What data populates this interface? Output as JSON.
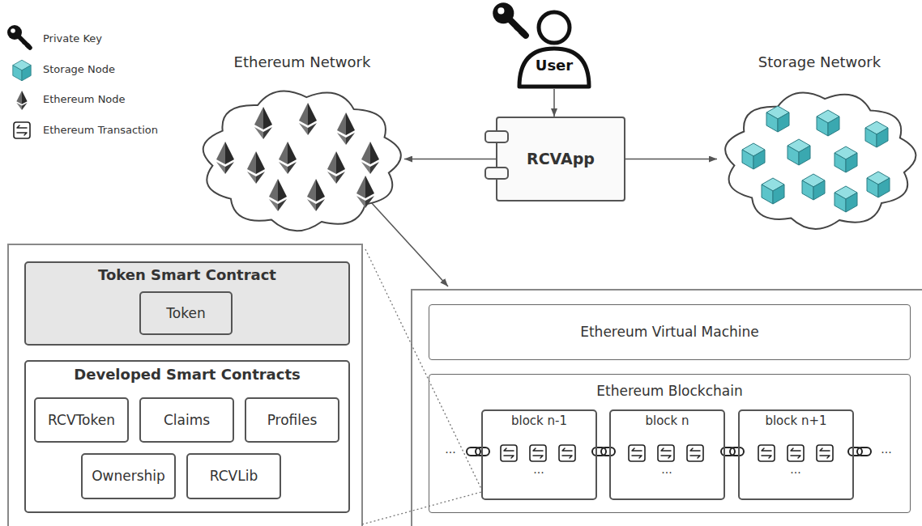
{
  "diagram": {
    "nodes": [
      {
        "text": [
          "Ethereum Network"
        ]
      },
      {
        "text": [
          "User"
        ]
      },
      {
        "text": [
          "RCVApp"
        ]
      },
      {
        "text": [
          "Storage Network"
        ]
      },
      {
        "text": [
          "Token Smart Contract"
        ]
      },
      {
        "text": [
          "Token"
        ],
        "in": 4
      },
      {
        "text": [
          "Developed Smart Contracts"
        ]
      },
      {
        "text": [
          "RCVToken"
        ],
        "in": 6
      },
      {
        "text": [
          "Claims"
        ],
        "in": 6
      },
      {
        "text": [
          "Profiles"
        ],
        "in": 6
      },
      {
        "text": [
          "Ownership"
        ],
        "in": 6
      },
      {
        "text": [
          "RCVLib"
        ],
        "in": 6
      },
      {
        "text": [
          "Ethereum Virtual Machine"
        ]
      },
      {
        "text": [
          "Ethereum Blockchain"
        ]
      },
      {
        "text": [
          "block n-1"
        ],
        "in": 13
      },
      {
        "text": [
          "block n"
        ],
        "in": 13
      },
      {
        "text": [
          "block n+1"
        ],
        "in": 13
      }
    ],
    "edges": [
      {
        "from": 1,
        "to": 2,
        "arrow": "to"
      },
      {
        "from": 2,
        "to": 0,
        "arrow": "to"
      },
      {
        "from": 2,
        "to": 3,
        "arrow": "to"
      }
    ],
    "labels": [
      "...",
      "...",
      "...",
      "...",
      "..."
    ],
    "legend": [
      {
        "text": "Private Key"
      },
      {
        "text": "Storage Node"
      },
      {
        "text": "Ethereum Node"
      },
      {
        "text": "Ethereum Transaction"
      }
    ]
  }
}
